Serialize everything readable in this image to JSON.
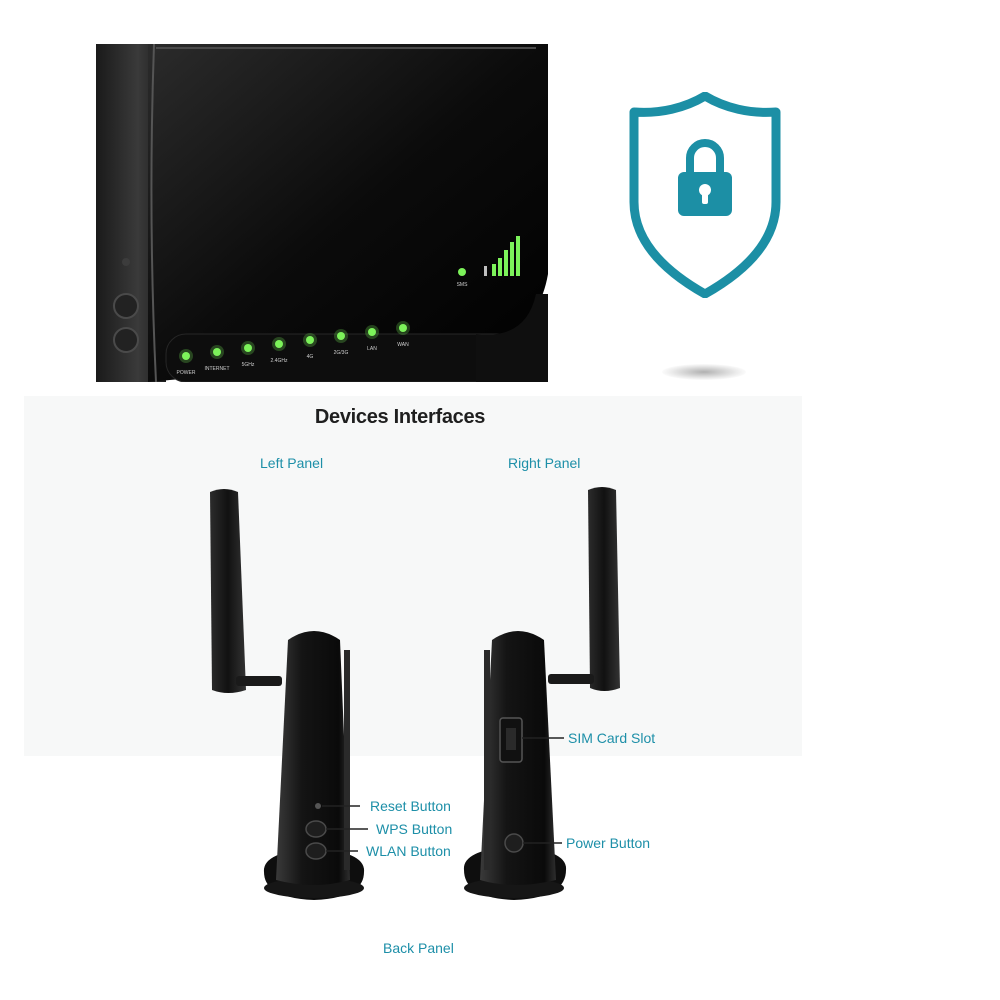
{
  "title": "Devices Interfaces",
  "panels": {
    "left": "Left Panel",
    "right": "Right Panel",
    "back": "Back Panel"
  },
  "callouts": {
    "reset": "Reset Button",
    "wps": "WPS Button",
    "wlan": "WLAN Button",
    "sim": "SIM Card Slot",
    "power": "Power Button"
  },
  "router_leds": [
    "POWER",
    "INTERNET",
    "5GHz",
    "2.4GHz",
    "4G",
    "2G/3G",
    "LAN",
    "WAN"
  ],
  "signal_led": "SMS",
  "icons": {
    "security": "shield-lock-icon"
  },
  "colors": {
    "accent": "#1d8fa8",
    "shield": "#1c8fa5",
    "led": "#7cf25a",
    "device": "#1a1a1a"
  }
}
